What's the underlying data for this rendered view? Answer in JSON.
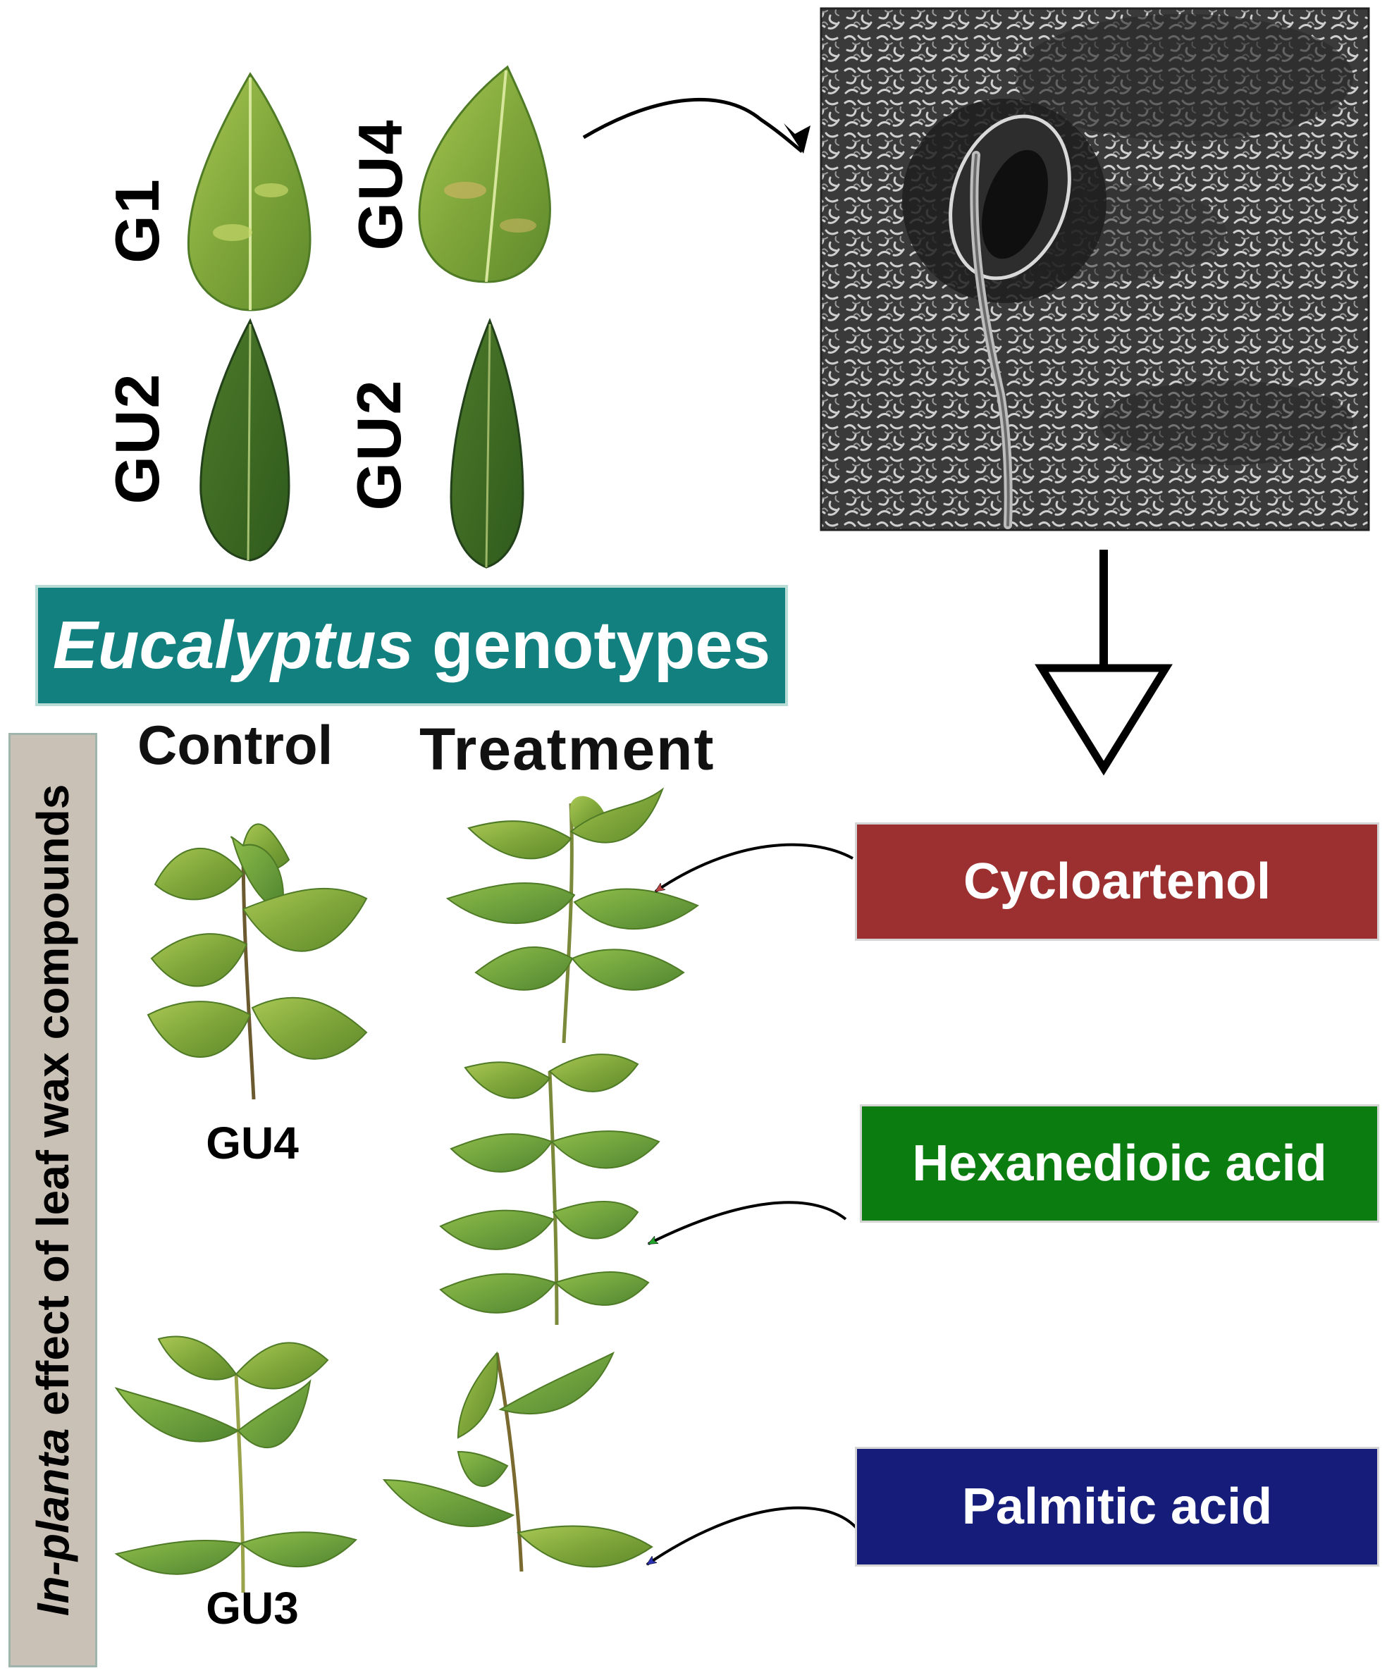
{
  "genotype_leaves": [
    {
      "label": "G1"
    },
    {
      "label": "GU4"
    },
    {
      "label": "GU2"
    },
    {
      "label": "GU2"
    }
  ],
  "banner": {
    "title_italic": "Eucalyptus",
    "title_rest": "genotypes",
    "color": "#11807e"
  },
  "columns": {
    "control": "Control",
    "treatment": "Treatment"
  },
  "side_label": {
    "italic": "In-planta",
    "rest": "effect of leaf wax compounds"
  },
  "samples": {
    "first": "GU4",
    "second": "GU3"
  },
  "compounds": [
    {
      "label": "Cycloartenol",
      "color": "#9c3030"
    },
    {
      "label": "Hexanedioic acid",
      "color": "#0b7d10"
    },
    {
      "label": "Palmitic acid",
      "color": "#151c7a"
    }
  ]
}
